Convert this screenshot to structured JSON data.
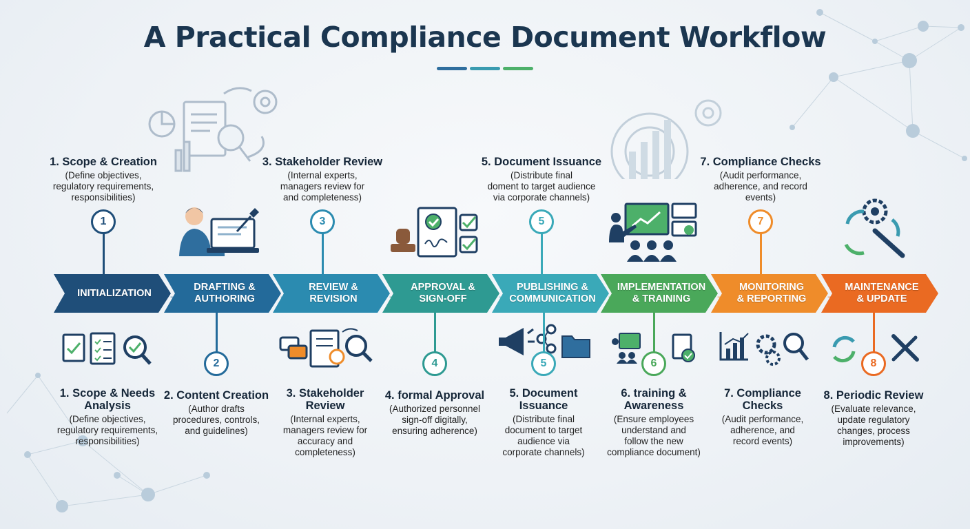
{
  "title": "A Practical Compliance Document Workflow",
  "colors": {
    "title": "#1b3650",
    "bars": [
      "#2f6e9e",
      "#3a9bb0",
      "#4db06a"
    ],
    "stages": [
      "#1f4e79",
      "#236a9a",
      "#2b8bb0",
      "#2e9a92",
      "#3aa9b8",
      "#4aa85a",
      "#ef8c2a",
      "#ea6a22"
    ]
  },
  "stages": [
    {
      "label": "INITIALIZATION"
    },
    {
      "label": "DRAFTING &\nAUTHORING"
    },
    {
      "label": "REVIEW &\nREVISION"
    },
    {
      "label": "APPROVAL &\nSIGN-OFF"
    },
    {
      "label": "PUBLISHING &\nCOMMUNICATION"
    },
    {
      "label": "IMPLEMENTATION\n& TRAINING"
    },
    {
      "label": "MONITORING\n& REPORTING"
    },
    {
      "label": "MAINTENANCE\n& UPDATE"
    }
  ],
  "top_steps": [
    {
      "number": "1",
      "heading": "1. Scope & Creation",
      "desc": "(Define objectives,\nregulatory requirements,\nresponsibilities)"
    },
    {
      "number": "3",
      "heading": "3. Stakeholder Review",
      "desc": "(Internal experts,\nmanagers review for\nand completeness)"
    },
    {
      "number": "5",
      "heading": "5. Document Issuance",
      "desc": "(Distribute final\ndoment to target audience\nvia corporate channels)"
    },
    {
      "number": "7",
      "heading": "7. Compliance Checks",
      "desc": "(Audit performance,\nadherence, and record\nevents)"
    }
  ],
  "bottom_steps": [
    {
      "number": "",
      "heading": "1. Scope & Needs\nAnalysis",
      "desc": "(Define objectives,\nregulatory requirements,\nresponsibilities)"
    },
    {
      "number": "2",
      "heading": "2. Content Creation",
      "desc": "(Author drafts\nprocedures, controls,\nand guidelines)"
    },
    {
      "number": "",
      "heading": "3. Stakeholder\nReview",
      "desc": "(Internal experts,\nmanagers review for\naccuracy and\ncompleteness)"
    },
    {
      "number": "4",
      "heading": "4. formal Approval",
      "desc": "(Authorized personnel\nsign-off digitally,\nensuring adherence)"
    },
    {
      "number": "5",
      "heading": "5. Document\nIssuance",
      "desc": "(Distribute final\ndocument to target\naudience via\ncorporate channels)"
    },
    {
      "number": "6",
      "heading": "6. training &\nAwareness",
      "desc": "(Ensure employees\nunderstand and\nfollow the new\ncompliance document)"
    },
    {
      "number": "",
      "heading": "7. Compliance\nChecks",
      "desc": "(Audit performance,\nadherence, and\nrecord events)"
    },
    {
      "number": "8",
      "heading": "8. Periodic Review",
      "desc": "(Evaluate relevance,\nupdate regulatory\nchanges, process\nimprovements)"
    }
  ]
}
